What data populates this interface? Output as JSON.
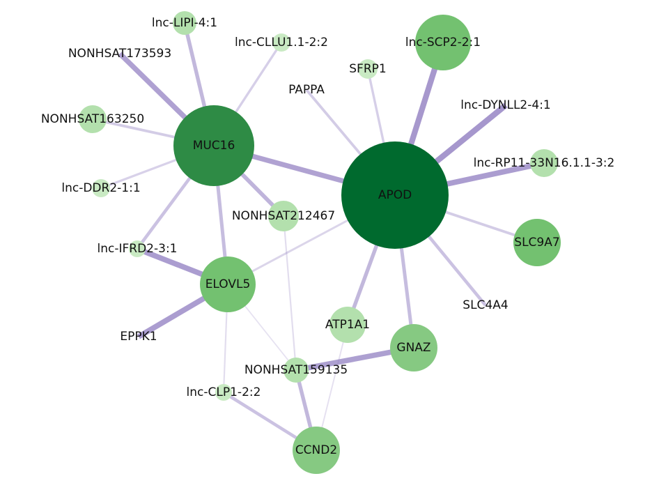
{
  "colors": {
    "edge": "#8e7bbf",
    "node_shades": [
      "#006a2e",
      "#2e8b45",
      "#73c170",
      "#86c982",
      "#b3e0ad",
      "#c9eac3"
    ]
  },
  "nodes": [
    {
      "id": "APOD",
      "label": "APOD",
      "shade": 0
    },
    {
      "id": "MUC16",
      "label": "MUC16",
      "shade": 1
    },
    {
      "id": "lnc-SCP2-2:1",
      "label": "lnc-SCP2-2:1",
      "shade": 2
    },
    {
      "id": "SLC9A7",
      "label": "SLC9A7",
      "shade": 2
    },
    {
      "id": "ELOVL5",
      "label": "ELOVL5",
      "shade": 2
    },
    {
      "id": "GNAZ",
      "label": "GNAZ",
      "shade": 3
    },
    {
      "id": "CCND2",
      "label": "CCND2",
      "shade": 3
    },
    {
      "id": "ATP1A1",
      "label": "ATP1A1",
      "shade": 4
    },
    {
      "id": "NONHSAT212467",
      "label": "NONHSAT212467",
      "shade": 4
    },
    {
      "id": "NONHSAT163250",
      "label": "NONHSAT163250",
      "shade": 4
    },
    {
      "id": "lnc-RP11-33N16.1.1-3:2",
      "label": "lnc-RP11-33N16.1.1-3:2",
      "shade": 4
    },
    {
      "id": "lnc-LIPI-4:1",
      "label": "lnc-LIPI-4:1",
      "shade": 4
    },
    {
      "id": "NONHSAT159135",
      "label": "NONHSAT159135",
      "shade": 4
    },
    {
      "id": "SFRP1",
      "label": "SFRP1",
      "shade": 5
    },
    {
      "id": "lnc-CLLU1.1-2:2",
      "label": "lnc-CLLU1.1-2:2",
      "shade": 5
    },
    {
      "id": "lnc-DDR2-1:1",
      "label": "lnc-DDR2-1:1",
      "shade": 5
    },
    {
      "id": "lnc-IFRD2-3:1",
      "label": "lnc-IFRD2-3:1",
      "shade": 5
    },
    {
      "id": "lnc-CLP1-2:2",
      "label": "lnc-CLP1-2:2",
      "shade": 5
    },
    {
      "id": "NONHSAT173593",
      "label": "NONHSAT173593",
      "shade": 5
    },
    {
      "id": "PAPPA",
      "label": "PAPPA",
      "shade": 5
    },
    {
      "id": "lnc-DYNLL2-4:1",
      "label": "lnc-DYNLL2-4:1",
      "shade": 5
    },
    {
      "id": "SLC4A4",
      "label": "SLC4A4",
      "shade": 5
    },
    {
      "id": "EPPK1",
      "label": "EPPK1",
      "shade": 5
    }
  ],
  "edges": [
    {
      "source": "MUC16",
      "target": "APOD",
      "strength": 0.78
    },
    {
      "source": "APOD",
      "target": "lnc-SCP2-2:1",
      "strength": 0.9
    },
    {
      "source": "APOD",
      "target": "lnc-DYNLL2-4:1",
      "strength": 0.92
    },
    {
      "source": "APOD",
      "target": "lnc-RP11-33N16.1.1-3:2",
      "strength": 0.85
    },
    {
      "source": "APOD",
      "target": "SLC9A7",
      "strength": 0.35
    },
    {
      "source": "APOD",
      "target": "SLC4A4",
      "strength": 0.45
    },
    {
      "source": "APOD",
      "target": "GNAZ",
      "strength": 0.5
    },
    {
      "source": "APOD",
      "target": "ATP1A1",
      "strength": 0.55
    },
    {
      "source": "APOD",
      "target": "SFRP1",
      "strength": 0.3
    },
    {
      "source": "APOD",
      "target": "PAPPA",
      "strength": 0.35
    },
    {
      "source": "APOD",
      "target": "ELOVL5",
      "strength": 0.25
    },
    {
      "source": "MUC16",
      "target": "NONHSAT212467",
      "strength": 0.6
    },
    {
      "source": "MUC16",
      "target": "lnc-LIPI-4:1",
      "strength": 0.55
    },
    {
      "source": "MUC16",
      "target": "NONHSAT173593",
      "strength": 0.8
    },
    {
      "source": "MUC16",
      "target": "lnc-CLLU1.1-2:2",
      "strength": 0.3
    },
    {
      "source": "MUC16",
      "target": "NONHSAT163250",
      "strength": 0.35
    },
    {
      "source": "MUC16",
      "target": "lnc-DDR2-1:1",
      "strength": 0.28
    },
    {
      "source": "MUC16",
      "target": "lnc-IFRD2-3:1",
      "strength": 0.45
    },
    {
      "source": "MUC16",
      "target": "ELOVL5",
      "strength": 0.5
    },
    {
      "source": "ELOVL5",
      "target": "lnc-IFRD2-3:1",
      "strength": 0.85
    },
    {
      "source": "ELOVL5",
      "target": "EPPK1",
      "strength": 0.85
    },
    {
      "source": "ELOVL5",
      "target": "lnc-CLP1-2:2",
      "strength": 0.15
    },
    {
      "source": "ELOVL5",
      "target": "NONHSAT159135",
      "strength": 0.1
    },
    {
      "source": "NONHSAT212467",
      "target": "NONHSAT159135",
      "strength": 0.15
    },
    {
      "source": "GNAZ",
      "target": "NONHSAT159135",
      "strength": 0.82
    },
    {
      "source": "NONHSAT159135",
      "target": "CCND2",
      "strength": 0.55
    },
    {
      "source": "lnc-CLP1-2:2",
      "target": "CCND2",
      "strength": 0.45
    },
    {
      "source": "ATP1A1",
      "target": "CCND2",
      "strength": 0.12
    }
  ]
}
